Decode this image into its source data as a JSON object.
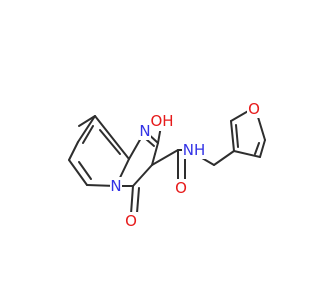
{
  "colors": {
    "bond": "#2e2e2e",
    "nitrogen": "#3333e6",
    "oxygen": "#e61a1a",
    "background": "#ffffff"
  },
  "labels": {
    "n_ring": "N",
    "n_bridge": "N",
    "oh": "OH",
    "o_ketone": "O",
    "nh": "NH",
    "o_amide": "O",
    "o_furan": "O"
  }
}
